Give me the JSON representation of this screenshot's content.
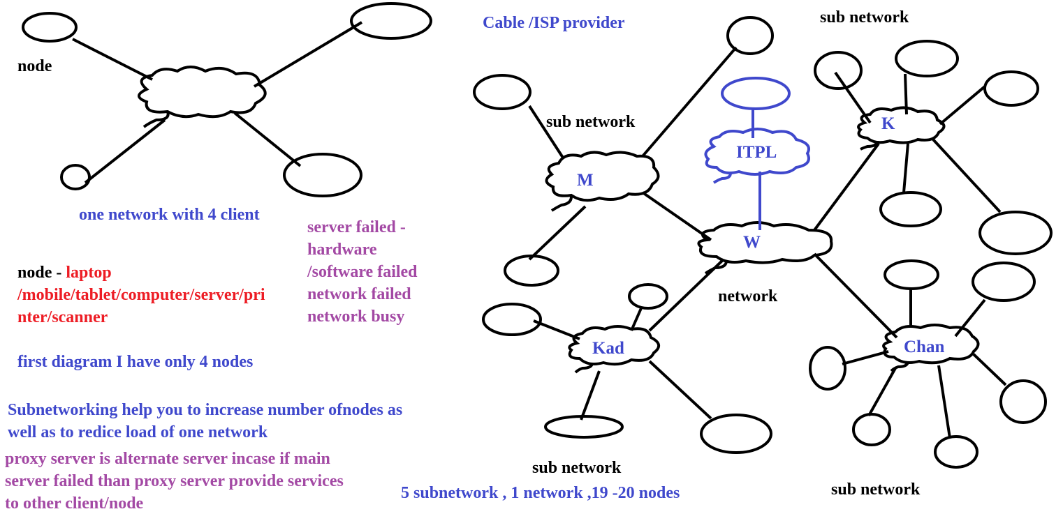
{
  "left_diagram": {
    "node_label": "node",
    "caption": "one network with 4 client"
  },
  "notes": {
    "node_def_prefix": "node - ",
    "node_def_line1": "laptop",
    "node_def_line2": "/mobile/tablet/computer/server/pri",
    "node_def_line3": "nter/scanner",
    "first_diagram": "first diagram I have only 4 nodes",
    "server_failed": [
      "server failed -",
      "hardware",
      "/software failed",
      "network failed",
      "network busy"
    ],
    "subnetting_1": "Subnetworking help you to increase number ofnodes as",
    "subnetting_2": "well as to redice load of one network",
    "proxy_1": "proxy server is alternate server incase if main",
    "proxy_2": "server failed than proxy server provide services",
    "proxy_3": "to other client/node"
  },
  "right_diagram": {
    "isp_title": "Cable /ISP provider",
    "sub_network_label": "sub network",
    "network_label": "network",
    "summary": "5 subnetwork , 1 network ,19 -20 nodes",
    "clouds": {
      "isp": "ITPL",
      "main": "W",
      "m": "M",
      "k": "K",
      "kad": "Kad",
      "chan": "Chan"
    }
  },
  "colors": {
    "blue": "#3f48cc",
    "red": "#ed1c24",
    "purple": "#a349a4",
    "black": "#000000"
  }
}
